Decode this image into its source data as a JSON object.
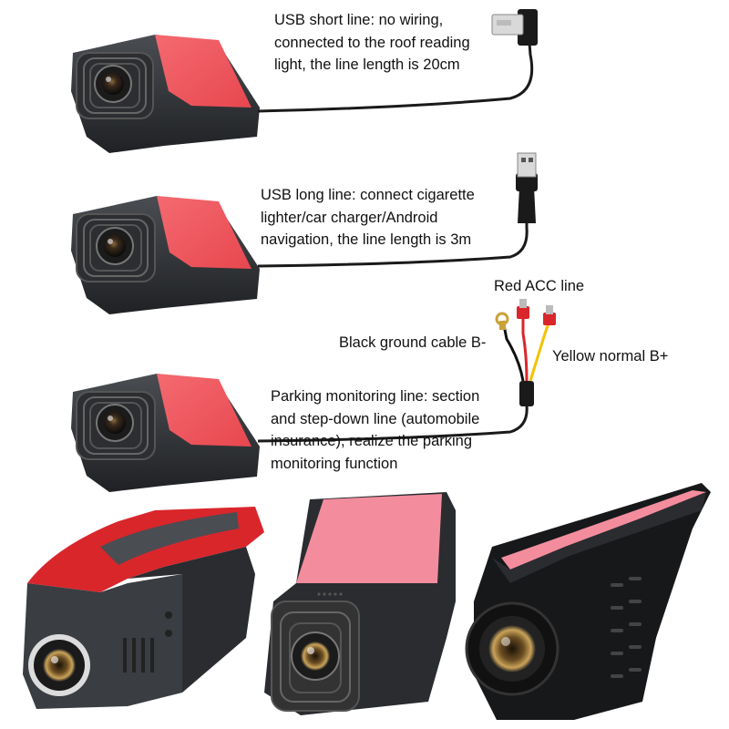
{
  "cables": [
    {
      "lines": [
        "USB short line: no wiring,",
        "connected to the roof reading",
        "light, the line length is 20cm"
      ]
    },
    {
      "lines": [
        "USB long line: connect cigarette",
        "lighter/car charger/Android",
        "navigation, the line length is 3m"
      ]
    },
    {
      "lines": [
        "Parking monitoring line: section",
        "and step-down line (automobile",
        "insurance), realize the parking",
        "monitoring function"
      ]
    }
  ],
  "wire_labels": {
    "red_acc": "Red ACC line",
    "black_ground": "Black ground cable B-",
    "yellow_normal": "Yellow normal B+"
  },
  "colors": {
    "adhesive_pad": "#f0565c",
    "adhesive_pad_light": "#f38d9e",
    "camera_body": "#2a2c30",
    "cable": "#1a1a1a",
    "red_wire": "#d9262b",
    "yellow_wire": "#f2c200"
  }
}
